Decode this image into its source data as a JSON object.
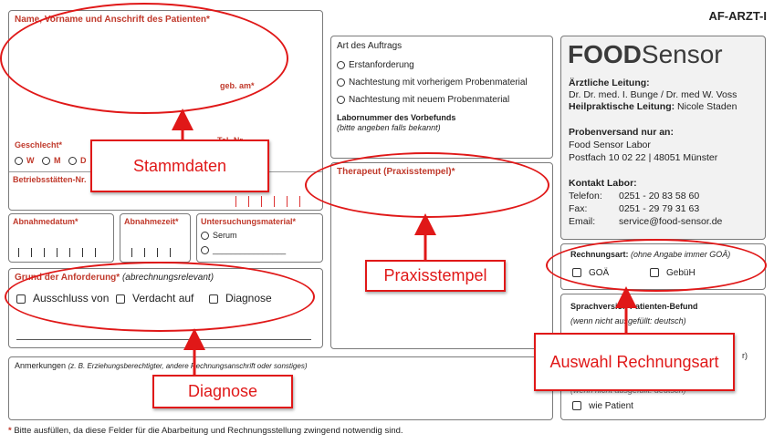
{
  "form_code": "AF-ARZT-I",
  "patient": {
    "title": "Name, Vorname und Anschrift des Patienten*",
    "dob_label": "geb. am*",
    "gender_label": "Geschlecht*",
    "gender_options": [
      "W",
      "M",
      "D"
    ],
    "partial_label": "Tel.-Nr.",
    "site_label": "Betriebsstätten-Nr."
  },
  "sampling": {
    "date_label": "Abnahmedatum*",
    "time_label": "Abnahmezeit*",
    "material_label": "Untersuchungsmaterial*",
    "material_options": [
      "Serum",
      "________________"
    ]
  },
  "reason": {
    "title": "Grund der Anforderung*",
    "subtitle": "(abrechnungsrelevant)",
    "options": [
      "Ausschluss von",
      "Verdacht auf",
      "Diagnose"
    ]
  },
  "remarks": {
    "label": "Anmerkungen",
    "hint": "(z. B. Erziehungsberechtigter, andere Rechnungsanschrift oder sonstiges)"
  },
  "order": {
    "title": "Art des Auftrags",
    "options": [
      "Erstanforderung",
      "Nachtestung mit vorherigem Probenmaterial",
      "Nachtestung mit neuem Probenmaterial"
    ],
    "lab_number_label": "Labornummer des Vorbefunds",
    "lab_number_hint": "(bitte angeben falls bekannt)"
  },
  "therapist": {
    "title": "Therapeut (Praxisstempel)*"
  },
  "lab": {
    "logo_bold": "FOOD",
    "logo_light": "Sensor",
    "medical_lead_label": "Ärztliche Leitung:",
    "medical_lead": "Dr. Dr. med. I. Bunge / Dr. med W. Voss",
    "naturopath_label": "Heilpraktische Leitung:",
    "naturopath": "Nicole Staden",
    "shipping_label": "Probenversand nur an:",
    "shipping_line1": "Food Sensor Labor",
    "shipping_line2": "Postfach 10 02 22 | 48051 Münster",
    "contact_label": "Kontakt Labor:",
    "phone_label": "Telefon:",
    "phone": "0251 - 20 83 58 60",
    "fax_label": "Fax:",
    "fax": "0251 - 29 79 31 63",
    "email_label": "Email:",
    "email": "service@food-sensor.de"
  },
  "billing": {
    "label": "Rechnungsart:",
    "hint": "(ohne Angabe immer GOÄ)",
    "options": [
      "GOÄ",
      "GebüH"
    ]
  },
  "language": {
    "title": "Sprachversion Patienten-Befund",
    "hint": "(wenn nicht ausgefüllt: deutsch)",
    "hint2": "(wenn nicht ausgefüllt: deutsch)",
    "partial_right": "r)",
    "last_option": "wie Patient"
  },
  "footnote": {
    "star": "*",
    "text": "Bitte ausfüllen, da diese Felder für die Abarbeitung und Rechnungsstellung zwingend notwendig sind."
  },
  "annotations": {
    "stammdaten": "Stammdaten",
    "praxisstempel": "Praxisstempel",
    "diagnose": "Diagnose",
    "rechnungsart": "Auswahl Rechnungsart"
  },
  "colors": {
    "form_red": "#c0392b",
    "annotation_red": "#e01818",
    "border": "#7a7a7a"
  }
}
